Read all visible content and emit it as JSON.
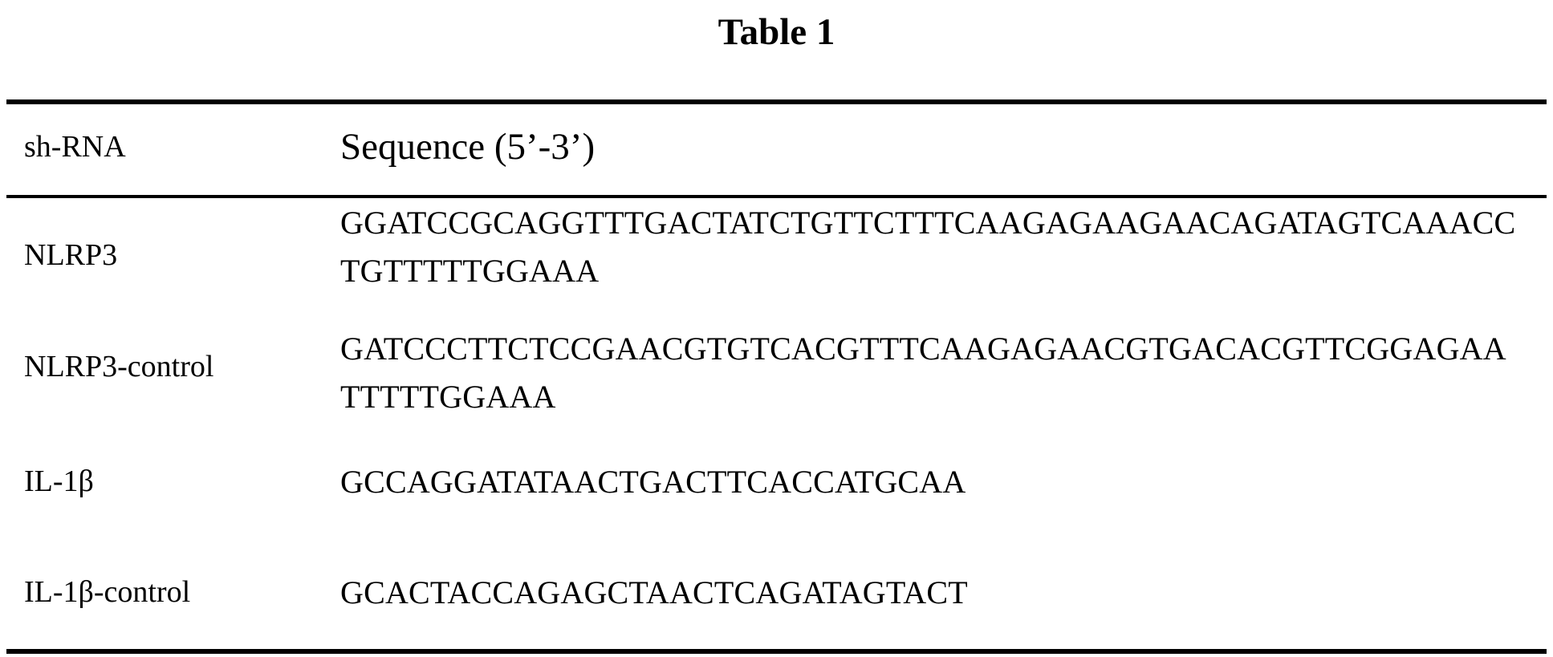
{
  "title": "Table 1",
  "table": {
    "headers": [
      "sh-RNA",
      "Sequence (5’-3’)"
    ],
    "rows": [
      {
        "name": "NLRP3",
        "sequence": "GGATCCGCAGGTTTGACTATCTGTTCTTTCAAGAGAAGAACAGATAGTCAAACCTGTTTTTGGAAA"
      },
      {
        "name": "NLRP3-control",
        "sequence": "GATCCCTTCTCCGAACGTGTCACGTTTCAAGAGAACGTGACACGTTCGGAGAATTTTTGGAAA"
      },
      {
        "name": "IL-1β",
        "sequence": "GCCAGGATATAACTGACTTCACCATGCAA"
      },
      {
        "name": "IL-1β-control",
        "sequence": "GCACTACCAGAGCTAACTCAGATAGTACT"
      }
    ]
  }
}
